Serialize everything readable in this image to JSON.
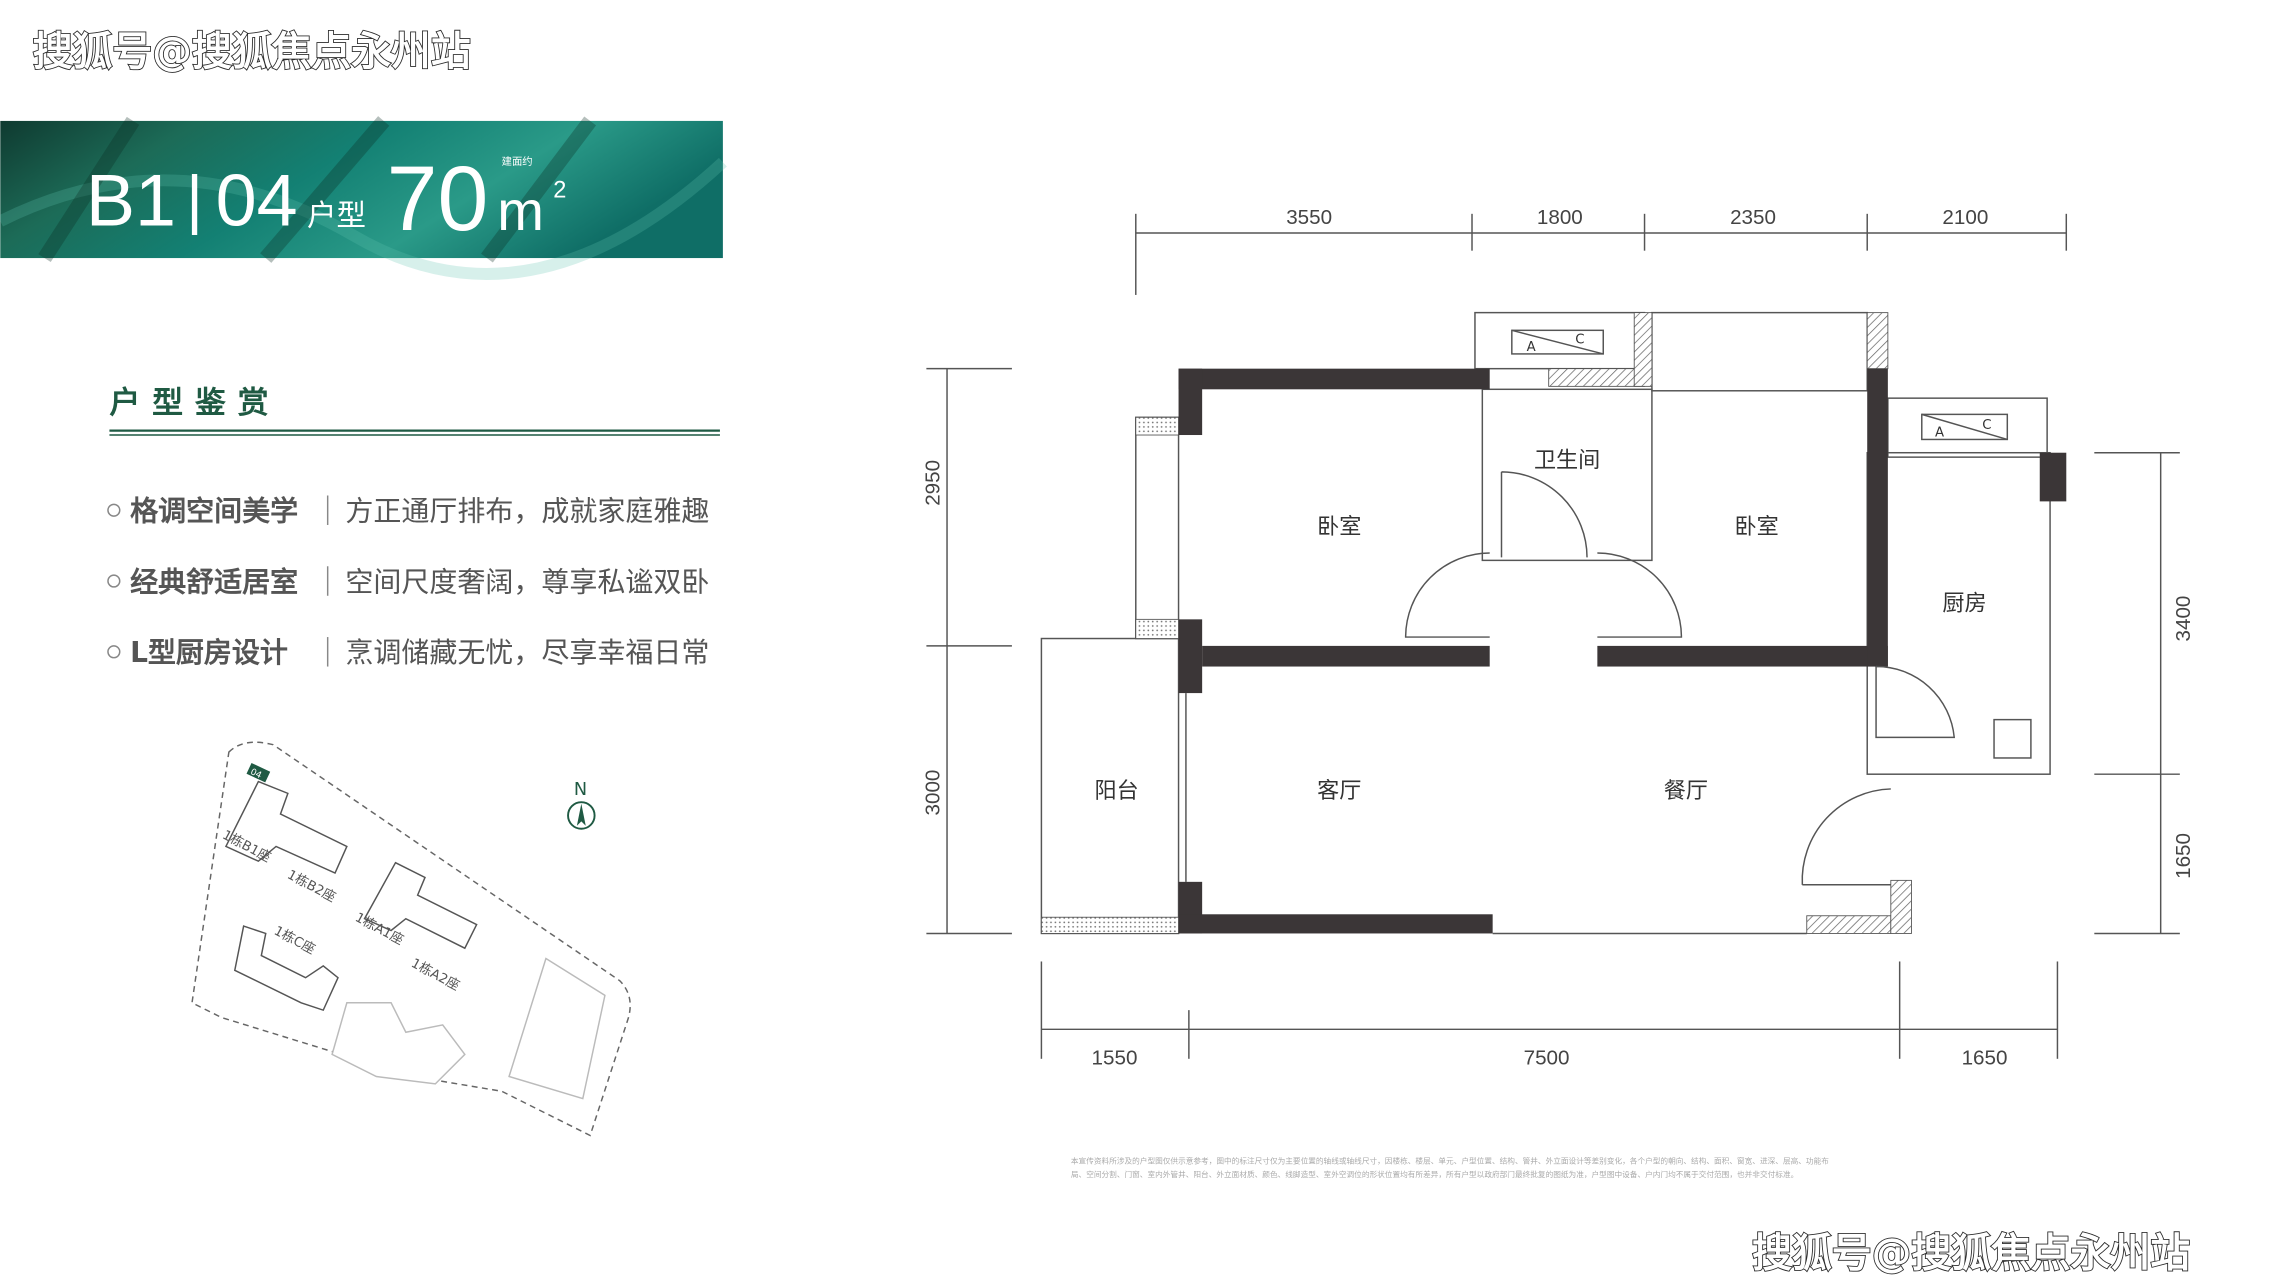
{
  "watermark": {
    "text": "搜狐号@搜狐焦点永州站"
  },
  "banner": {
    "building": "B1",
    "separator": "|",
    "unit": "04",
    "unit_suffix": "户型",
    "area": "70",
    "area_unit": "m",
    "area_power": "2",
    "area_prefix": "建面约"
  },
  "section": {
    "title": "户型鉴赏"
  },
  "features": [
    {
      "title": "格调空间美学",
      "desc": "方正通厅排布，成就家庭雅趣"
    },
    {
      "title": "经典舒适居室",
      "desc": "空间尺度奢阔，尊享私谧双卧"
    },
    {
      "title": "L型厨房设计",
      "desc": "烹调储藏无忧，尽享幸福日常"
    }
  ],
  "site_map": {
    "north": "N",
    "highlight": "04",
    "buildings": [
      "1栋B1座",
      "1栋B2座",
      "1栋A1座",
      "1栋A2座",
      "1栋C座"
    ]
  },
  "floor_plan": {
    "dims_top": [
      "3550",
      "1800",
      "2350",
      "2100"
    ],
    "dims_bottom": [
      "1550",
      "7500",
      "1650"
    ],
    "dims_left": [
      "2950",
      "3000"
    ],
    "dims_right": [
      "3400",
      "1650"
    ],
    "rooms": {
      "bedroom1": "卧室",
      "bathroom": "卫生间",
      "bedroom2": "卧室",
      "kitchen": "厨房",
      "balcony": "阳台",
      "living": "客厅",
      "dining": "餐厅"
    },
    "ac_label_a": "A",
    "ac_label_c": "C"
  },
  "disclaimer": [
    "本宣传资料所涉及的户型图仅供示意参考，图中的标注尺寸仅为主要位置的轴线或轴线尺寸，因楼栋、楼层、单元、户型位置、结构、管井、外立面设计等差别变化，各个户型的朝向、结构、面积、窗宽、进深、层高、功能布",
    "局、空间分割、门窗、室内外管井、阳台、外立面材质、颜色、线脚造型、室外空调位的形状位置均有所差异，所有户型以政府部门最终批复的图纸为准，户型图中设备、户内门均不属于交付范围，也并非交付标准。"
  ]
}
